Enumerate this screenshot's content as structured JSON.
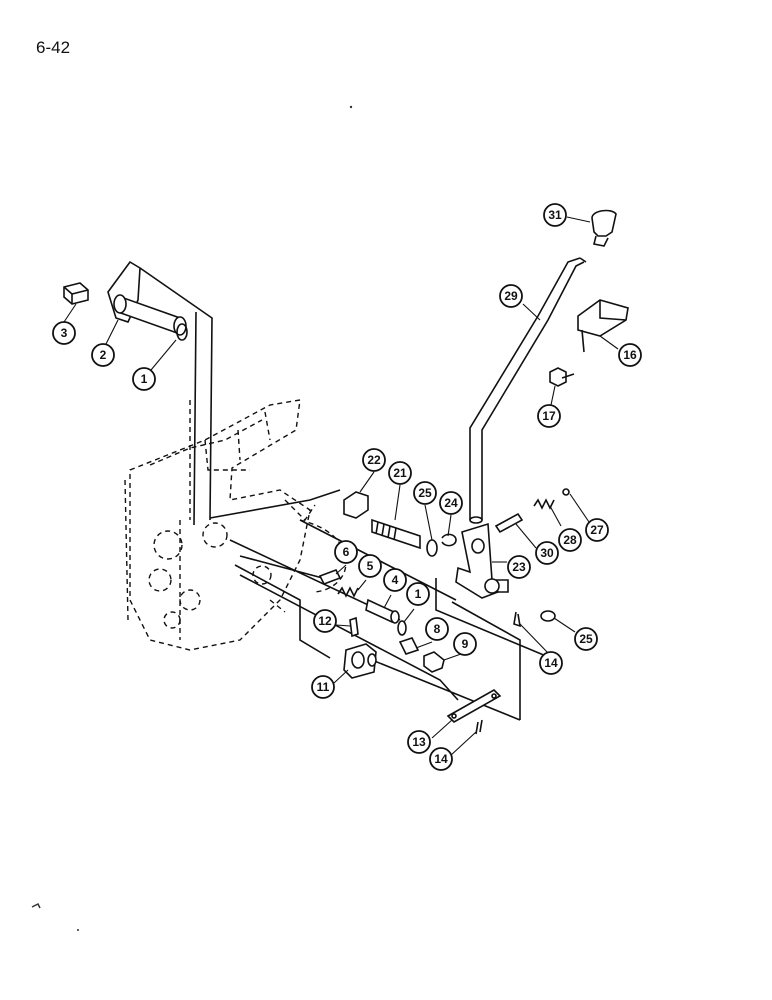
{
  "page": {
    "number": "6-42"
  },
  "callouts": [
    {
      "id": "callout-31a",
      "label": "31"
    },
    {
      "id": "callout-29",
      "label": "29"
    },
    {
      "id": "callout-16",
      "label": "16"
    },
    {
      "id": "callout-17",
      "label": "17"
    },
    {
      "id": "callout-3",
      "label": "3"
    },
    {
      "id": "callout-2",
      "label": "2"
    },
    {
      "id": "callout-1a",
      "label": "1"
    },
    {
      "id": "callout-22",
      "label": "22"
    },
    {
      "id": "callout-21",
      "label": "21"
    },
    {
      "id": "callout-25a",
      "label": "25"
    },
    {
      "id": "callout-24",
      "label": "24"
    },
    {
      "id": "callout-27",
      "label": "27"
    },
    {
      "id": "callout-28",
      "label": "28"
    },
    {
      "id": "callout-30",
      "label": "30"
    },
    {
      "id": "callout-23",
      "label": "23"
    },
    {
      "id": "callout-6",
      "label": "6"
    },
    {
      "id": "callout-5",
      "label": "5"
    },
    {
      "id": "callout-4",
      "label": "4"
    },
    {
      "id": "callout-1b",
      "label": "1"
    },
    {
      "id": "callout-25b",
      "label": "25"
    },
    {
      "id": "callout-14a",
      "label": "14"
    },
    {
      "id": "callout-12",
      "label": "12"
    },
    {
      "id": "callout-8",
      "label": "8"
    },
    {
      "id": "callout-9",
      "label": "9"
    },
    {
      "id": "callout-11",
      "label": "11"
    },
    {
      "id": "callout-13",
      "label": "13"
    },
    {
      "id": "callout-14b",
      "label": "14"
    }
  ]
}
